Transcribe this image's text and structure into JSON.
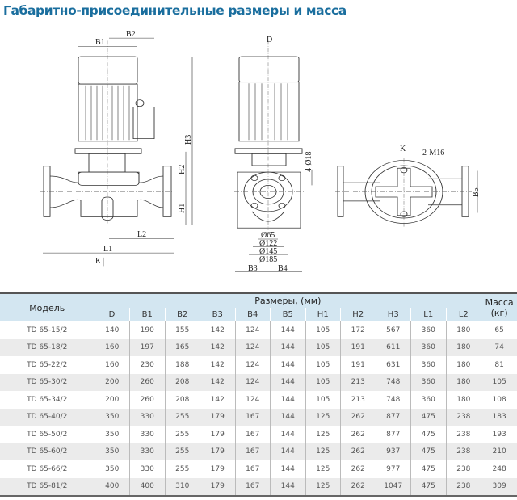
{
  "title": "Габаритно-присоединительные размеры и масса",
  "drawing": {
    "labels": {
      "b1": "B1",
      "b2": "B2",
      "h3": "H3",
      "h2": "H2",
      "h1": "H1",
      "l2": "L2",
      "l1": "L1",
      "k_side": "K",
      "d": "D",
      "holes": "4-Ø18",
      "d65": "Ø65",
      "d122": "Ø122",
      "d145": "Ø145",
      "d185": "Ø185",
      "b3": "B3",
      "b4": "B4",
      "k_top": "K",
      "m16": "2-M16",
      "b5": "B5"
    }
  },
  "table": {
    "model_header": "Модель",
    "dims_header": "Размеры, (мм)",
    "mass_header_1": "Масса",
    "mass_header_2": "(кг)",
    "columns": [
      "D",
      "B1",
      "B2",
      "B3",
      "B4",
      "B5",
      "H1",
      "H2",
      "H3",
      "L1",
      "L2"
    ],
    "rows": [
      {
        "model": "TD 65-15/2",
        "values": [
          "140",
          "190",
          "155",
          "142",
          "124",
          "144",
          "105",
          "172",
          "567",
          "360",
          "180"
        ],
        "mass": "65"
      },
      {
        "model": "TD 65-18/2",
        "values": [
          "160",
          "197",
          "165",
          "142",
          "124",
          "144",
          "105",
          "191",
          "611",
          "360",
          "180"
        ],
        "mass": "74"
      },
      {
        "model": "TD 65-22/2",
        "values": [
          "160",
          "230",
          "188",
          "142",
          "124",
          "144",
          "105",
          "191",
          "631",
          "360",
          "180"
        ],
        "mass": "81"
      },
      {
        "model": "TD 65-30/2",
        "values": [
          "200",
          "260",
          "208",
          "142",
          "124",
          "144",
          "105",
          "213",
          "748",
          "360",
          "180"
        ],
        "mass": "105"
      },
      {
        "model": "TD 65-34/2",
        "values": [
          "200",
          "260",
          "208",
          "142",
          "124",
          "144",
          "105",
          "213",
          "748",
          "360",
          "180"
        ],
        "mass": "108"
      },
      {
        "model": "TD 65-40/2",
        "values": [
          "350",
          "330",
          "255",
          "179",
          "167",
          "144",
          "125",
          "262",
          "877",
          "475",
          "238"
        ],
        "mass": "183"
      },
      {
        "model": "TD 65-50/2",
        "values": [
          "350",
          "330",
          "255",
          "179",
          "167",
          "144",
          "125",
          "262",
          "877",
          "475",
          "238"
        ],
        "mass": "193"
      },
      {
        "model": "TD 65-60/2",
        "values": [
          "350",
          "330",
          "255",
          "179",
          "167",
          "144",
          "125",
          "262",
          "937",
          "475",
          "238"
        ],
        "mass": "210"
      },
      {
        "model": "TD 65-66/2",
        "values": [
          "350",
          "330",
          "255",
          "179",
          "167",
          "144",
          "125",
          "262",
          "977",
          "475",
          "238"
        ],
        "mass": "248"
      },
      {
        "model": "TD 65-81/2",
        "values": [
          "400",
          "400",
          "310",
          "179",
          "167",
          "144",
          "125",
          "262",
          "1047",
          "475",
          "238"
        ],
        "mass": "309"
      }
    ]
  }
}
